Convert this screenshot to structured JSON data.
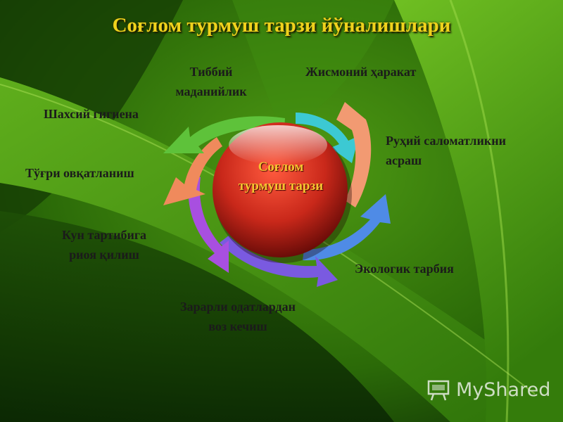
{
  "title": "Соғлом турмуш тарзи йўналишлари",
  "hub": {
    "line1": "Соғлом",
    "line2": "турмуш тарзи"
  },
  "items": {
    "tibbiy_line1": "Тиббий",
    "tibbiy_line2": "маданийлик",
    "jismoniy": "Жисмоний ҳаракат",
    "ruhiy_line1": "Руҳий саломатликни",
    "ruhiy_line2": "асраш",
    "ekologik": "Экологик тарбия",
    "zararli_line1": "Зарарли одатлардан",
    "zararli_line2": "воз кечиш",
    "kun_line1": "Кун тартибига",
    "kun_line2": "риоя қилиш",
    "togri": "Тўғри овқатланиш",
    "shaxsiy": "Шахсий гигиена"
  },
  "arrow_colors": {
    "cyan": "#3cc9d3",
    "salmon": "#f29a72",
    "blue": "#4f8be6",
    "purple": "#7a5ae0",
    "violet": "#a84fe0",
    "orange": "#f08a5c",
    "green": "#5ec23a"
  },
  "watermark": {
    "text": "MyShared"
  },
  "colors": {
    "title": "#f0d21c",
    "hub_text": "#f4c430",
    "hub_sphere": "#c9281a"
  }
}
